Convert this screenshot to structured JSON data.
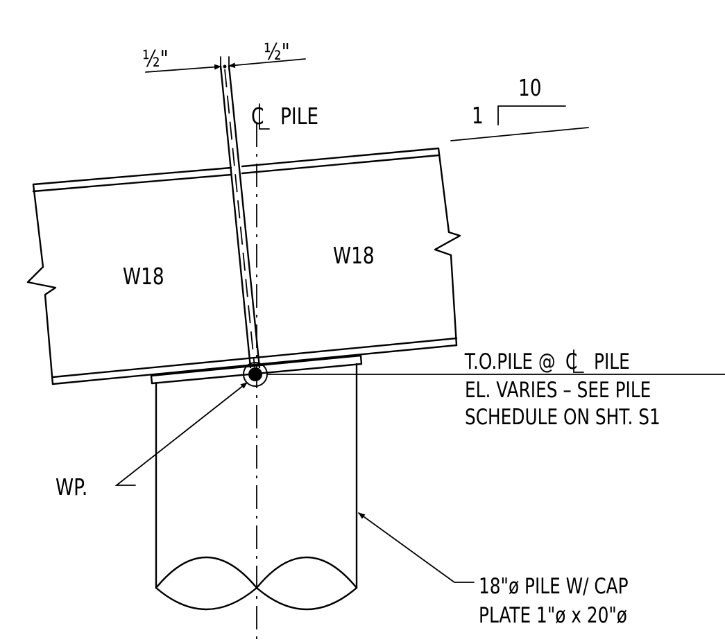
{
  "labels": {
    "half_inch_left": "½\"",
    "half_inch_right": "½\"",
    "cl_pile": "PILE",
    "slope_rise": "1",
    "slope_run": "10",
    "beam_left": "W18",
    "beam_right": "W18",
    "top_of_pile_line1_prefix": "T.O.PILE @",
    "top_of_pile_line1_suffix": "PILE",
    "top_of_pile_line2": "EL. VARIES – SEE PILE",
    "top_of_pile_line3": "SCHEDULE ON SHT. S1",
    "wp": "WP.",
    "pile_note_line1": "18\"ø PILE W/ CAP",
    "pile_note_line2": "PLATE 1\"ø x 20\"ø"
  },
  "symbols": {
    "centerline": "centerline-symbol",
    "work_point": "work-point-symbol"
  }
}
